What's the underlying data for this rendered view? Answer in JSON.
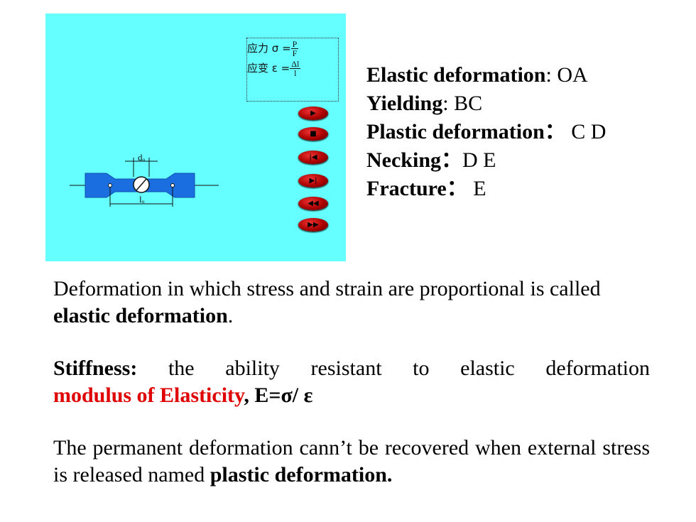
{
  "panel": {
    "formula": {
      "stress_label": "应力",
      "stress_symbol": "σ =",
      "stress_num": "P",
      "stress_den": "F",
      "strain_label": "应变",
      "strain_symbol": "ε =",
      "strain_num": "Δl",
      "strain_den": "l"
    },
    "specimen": {
      "d_label": "dₒ",
      "l_label": "lₒ"
    },
    "controls": [
      {
        "name": "play",
        "glyph": "▶"
      },
      {
        "name": "stop",
        "glyph": "■"
      },
      {
        "name": "rewind-start",
        "glyph": "|◀"
      },
      {
        "name": "skip-end",
        "glyph": "▶|"
      },
      {
        "name": "rewind",
        "glyph": "◀◀"
      },
      {
        "name": "fast-forward",
        "glyph": "▶▶"
      }
    ]
  },
  "stages": [
    {
      "term": "Elastic deformation",
      "sep": ": ",
      "value": "OA"
    },
    {
      "term": "Yielding",
      "sep": ": ",
      "value": "BC"
    },
    {
      "term": "Plastic deformation",
      "sep": "： ",
      "value": "C D"
    },
    {
      "term": "Necking",
      "sep": "：",
      "value": "D E"
    },
    {
      "term": "Fracture",
      "sep": "： ",
      "value": "E"
    }
  ],
  "paragraphs": {
    "p1_text": "Deformation in which stress and strain are proportional is called ",
    "p1_bold": "elastic deformation",
    "p1_end": ".",
    "p2_bold": "Stiffness:",
    "p2_text": " the ability resistant to elastic deformation",
    "p2_red": "modulus of Elasticity",
    "p2_formula": ", E=σ/ ε",
    "p3_text": "The permanent deformation cann’t be recovered when external stress is released named ",
    "p3_bold": "plastic deformation."
  }
}
